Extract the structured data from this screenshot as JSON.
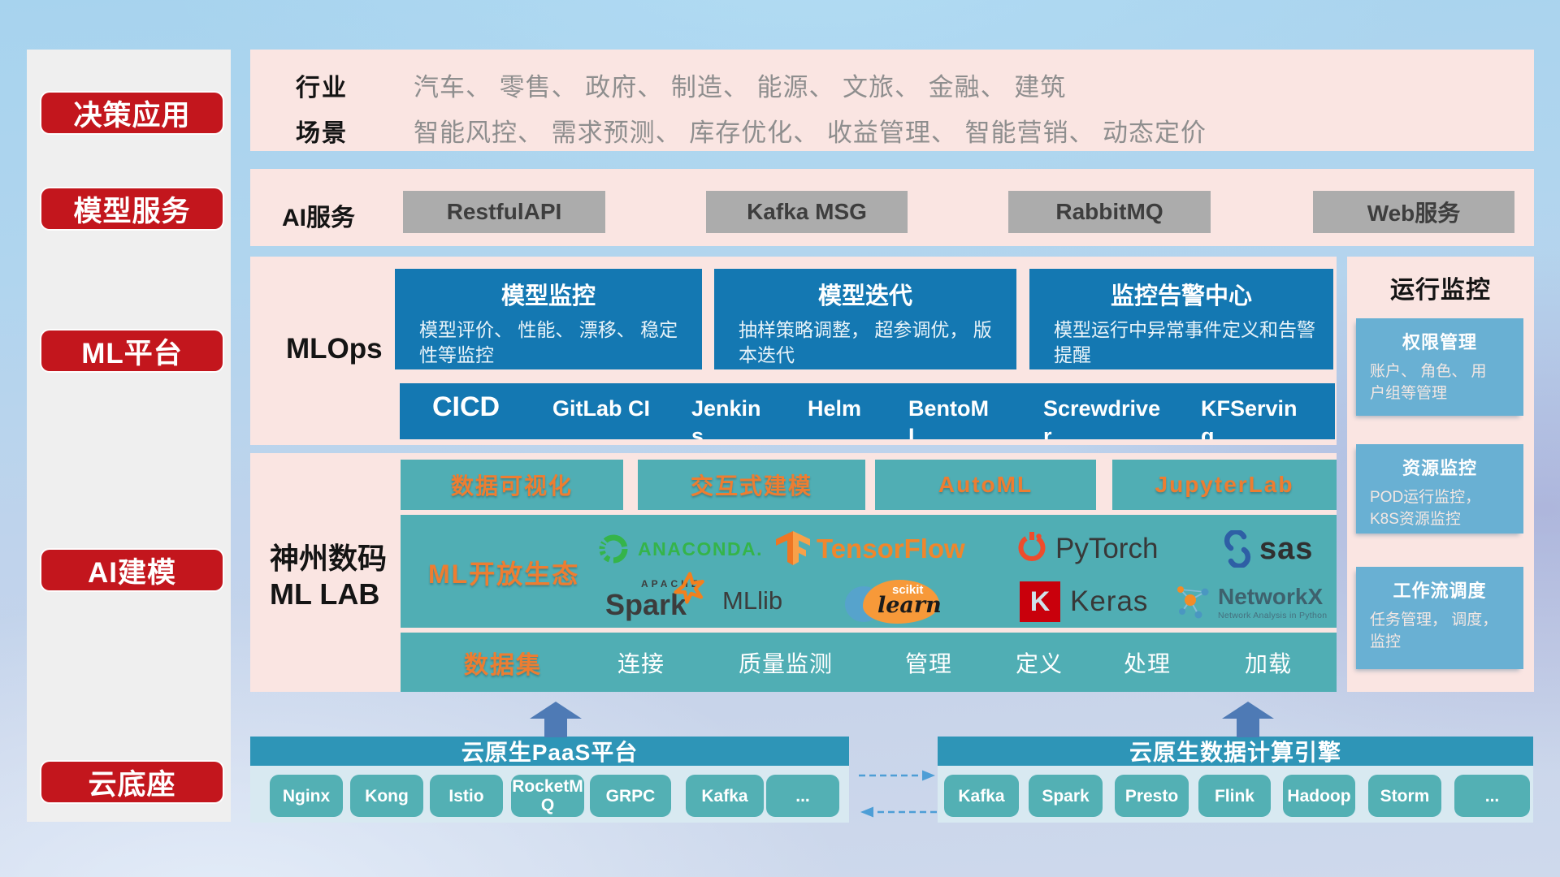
{
  "colors": {
    "accent_red": "#c3161d",
    "panel_pink": "#fae5e2",
    "sidebar_gray": "#efefef",
    "card_blue": "#1478b2",
    "monitor_card_blue": "#69b0d3",
    "teal": "#52adb3",
    "teal_box": "#50acb1",
    "group_header_blue": "#2e95b7",
    "group_body_blue": "#d8e9f1",
    "orange": "#ed7d31",
    "gray_button": "#acacac",
    "arrow_blue": "#4e7ab5",
    "dashed_arrow_blue": "#4d9ed6",
    "anaconda_green": "#35b44a",
    "tensorflow_orange": "#f0862c",
    "pytorch_orange": "#ee4c2c",
    "keras_red": "#c9000c"
  },
  "sidebar": {
    "items": [
      "决策应用",
      "模型服务",
      "ML平台",
      "AI建模",
      "云底座"
    ]
  },
  "application_panel": {
    "rows": [
      {
        "label": "行业",
        "text": "汽车、 零售、 政府、 制造、 能源、 文旅、 金融、 建筑"
      },
      {
        "label": "场景",
        "text": "智能风控、 需求预测、 库存优化、 收益管理、 智能营销、 动态定价"
      }
    ]
  },
  "service_panel": {
    "label": "AI服务",
    "buttons": [
      "RestfulAPI",
      "Kafka MSG",
      "RabbitMQ",
      "Web服务"
    ]
  },
  "mlops_panel": {
    "label": "MLOps",
    "cards": [
      {
        "title": "模型监控",
        "desc": "模型评价、 性能、 漂移、 稳定\n性等监控"
      },
      {
        "title": "模型迭代",
        "desc": "抽样策略调整， 超参调优， 版\n本迭代"
      },
      {
        "title": "监控告警中心",
        "desc": "模型运行中异常事件定义和告警\n提醒"
      }
    ],
    "cicd": {
      "lead": "CICD",
      "tools": [
        "GitLab CI",
        "Jenkin\ns",
        "Helm",
        "BentoM\nL",
        "Screwdrive\nr",
        "KFServin\ng"
      ]
    }
  },
  "monitor_panel": {
    "title": "运行监控",
    "cards": [
      {
        "title": "权限管理",
        "desc": "账户、 角色、 用\n户组等管理"
      },
      {
        "title": "资源监控",
        "desc": "POD运行监控，\nK8S资源监控"
      },
      {
        "title": "工作流调度",
        "desc": "任务管理， 调度，\n监控"
      }
    ]
  },
  "mllab_panel": {
    "label": "神州数码\nML LAB",
    "tools": [
      "数据可视化",
      "交互式建模",
      "AutoML",
      "JupyterLab"
    ],
    "ecosystem": {
      "label": "ML开放生态",
      "anaconda": {
        "name": "ANACONDA."
      },
      "tensorflow": {
        "name": "TensorFlow"
      },
      "pytorch": {
        "name": "PyTorch"
      },
      "sas": {
        "name": "sas"
      },
      "spark": {
        "apache": "APACHE",
        "name": "Spark",
        "suffix": "MLlib"
      },
      "sklearn": {
        "top": "scikit",
        "name": "learn"
      },
      "keras": {
        "k": "K",
        "name": "Keras"
      },
      "networkx": {
        "name": "NetworkX",
        "subtitle": "Network Analysis in Python"
      }
    },
    "dataset": {
      "label": "数据集",
      "items": [
        "连接",
        "质量监测",
        "管理",
        "定义",
        "处理",
        "加载"
      ]
    }
  },
  "paas_group": {
    "title": "云原生PaaS平台",
    "boxes": [
      "Nginx",
      "Kong",
      "Istio",
      "RocketM\nQ",
      "GRPC",
      "Kafka",
      "..."
    ]
  },
  "engine_group": {
    "title": "云原生数据计算引擎",
    "boxes": [
      "Kafka",
      "Spark",
      "Presto",
      "Flink",
      "Hadoop",
      "Storm",
      "..."
    ]
  }
}
